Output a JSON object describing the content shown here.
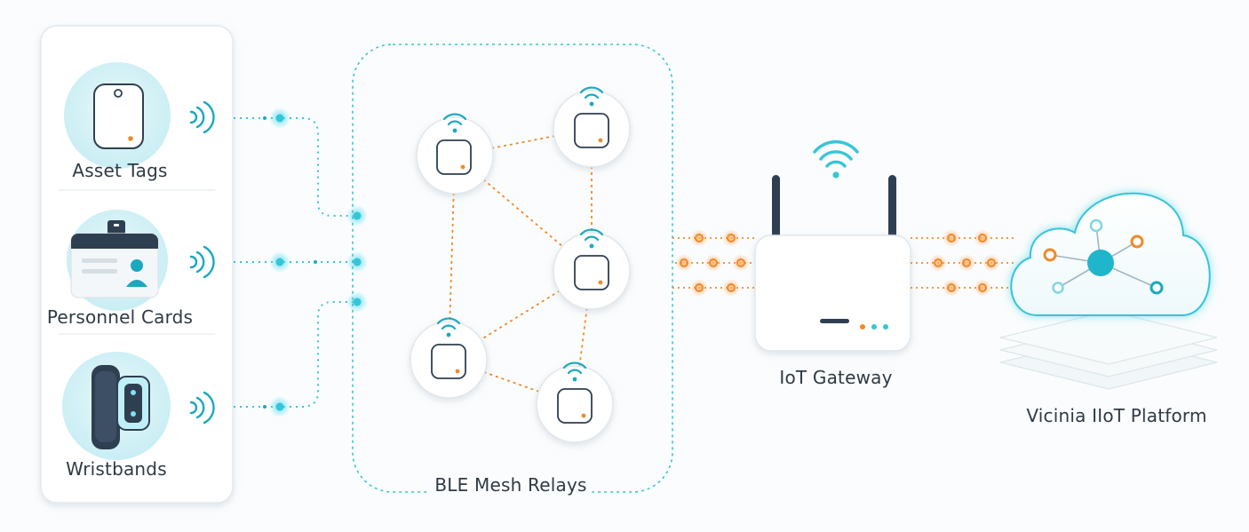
{
  "devices": {
    "asset_tags": {
      "label": "Asset Tags"
    },
    "personnel_cards": {
      "label": "Personnel Cards"
    },
    "wristbands": {
      "label": "Wristbands"
    }
  },
  "mesh": {
    "label": "BLE Mesh Relays",
    "relay_count": 5
  },
  "gateway": {
    "label": "IoT Gateway"
  },
  "platform": {
    "label": "Vicinia IIoT Platform"
  },
  "colors": {
    "teal": "#36c5d8",
    "teal_dark": "#1aa9c0",
    "orange": "#f08a2a",
    "navy": "#2f3f52",
    "text": "#2f3a44",
    "panel_border": "#e4eaee"
  },
  "icons": {
    "asset_tag": "asset-tag-icon",
    "personnel_card": "id-card-icon",
    "wristband": "wristband-icon",
    "signal": "signal-waves-icon",
    "wifi": "wifi-icon",
    "router": "router-icon",
    "cloud": "cloud-network-icon"
  }
}
